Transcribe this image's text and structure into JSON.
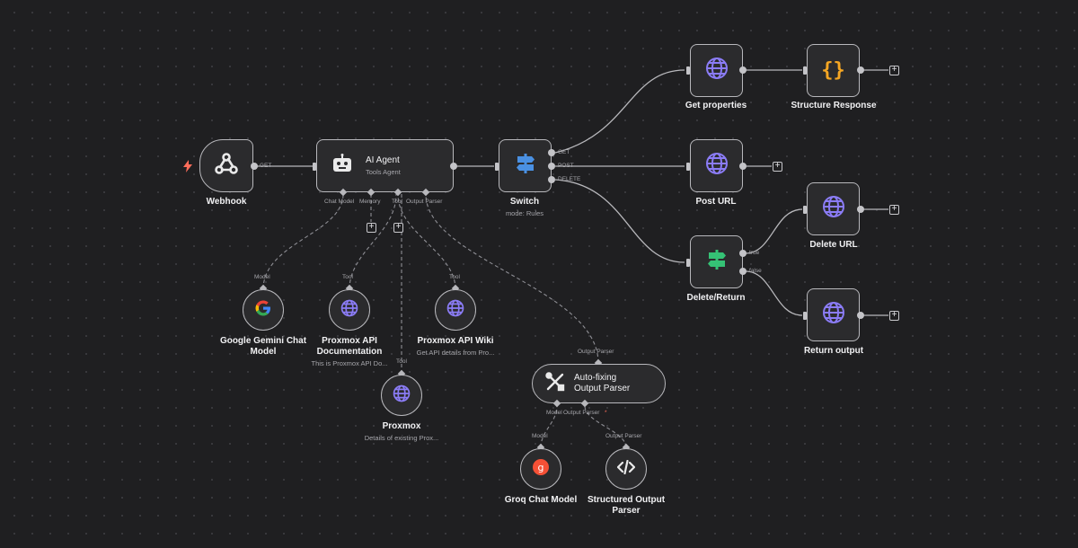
{
  "nodes": {
    "webhook": {
      "label": "Webhook"
    },
    "ai_agent": {
      "title": "AI Agent",
      "subtitle": "Tools Agent"
    },
    "switch": {
      "label": "Switch",
      "subtitle": "mode: Rules"
    },
    "get_properties": {
      "label": "Get properties"
    },
    "structure_response": {
      "label": "Structure Response"
    },
    "post_url": {
      "label": "Post URL"
    },
    "delete_return": {
      "label": "Delete/Return"
    },
    "delete_url": {
      "label": "Delete URL"
    },
    "return_output": {
      "label": "Return output"
    },
    "gemini": {
      "label": "Google Gemini Chat Model"
    },
    "proxmox_api_doc": {
      "label": "Proxmox API Documentation",
      "subtitle": "This is Proxmox API Do..."
    },
    "proxmox_api_wiki": {
      "label": "Proxmox API Wiki",
      "subtitle": "Get API details from Pro..."
    },
    "proxmox": {
      "label": "Proxmox",
      "subtitle": "Details of existing Prox..."
    },
    "autofix": {
      "label": "Auto-fixing Output Parser"
    },
    "groq": {
      "label": "Groq Chat Model"
    },
    "structured_parser": {
      "label": "Structured Output Parser"
    }
  },
  "ports": {
    "webhook_out": "GET",
    "agent_chat_model": "Chat Model",
    "agent_memory": "Memory",
    "agent_tool": "Tool",
    "agent_output_parser": "Output Parser",
    "switch_get": "GET",
    "switch_post": "POST",
    "switch_delete": "DELETE",
    "if_true": "true",
    "if_false": "false",
    "gemini_in": "Model",
    "doc_in": "Tool",
    "wiki_in": "Tool",
    "proxmox_in": "Tool",
    "autofix_in": "Output Parser",
    "autofix_model": "Model",
    "autofix_parser": "Output Parser",
    "required_mark": "*",
    "groq_in": "Model",
    "structured_in": "Output Parser"
  },
  "icons": {
    "trigger": "bolt-icon",
    "webhook": "webhook-icon",
    "agent": "robot-icon",
    "switch": "signpost-icon",
    "http": "globe-icon",
    "structure": "braces-icon",
    "gemini": "google-g-icon",
    "autofix": "tools-icon",
    "groq": "groq-icon",
    "parser": "code-icon",
    "add": "plus-icon"
  },
  "colors": {
    "canvas": "#1f1f21",
    "node_bg": "#2b2b2d",
    "node_border": "#b8b8bc",
    "globe": "#8b7cf6",
    "switch_blue": "#4a90e2",
    "if_green": "#35c275",
    "braces": "#f5a623",
    "trigger": "#ff6d5a",
    "groq": "#f55036"
  }
}
